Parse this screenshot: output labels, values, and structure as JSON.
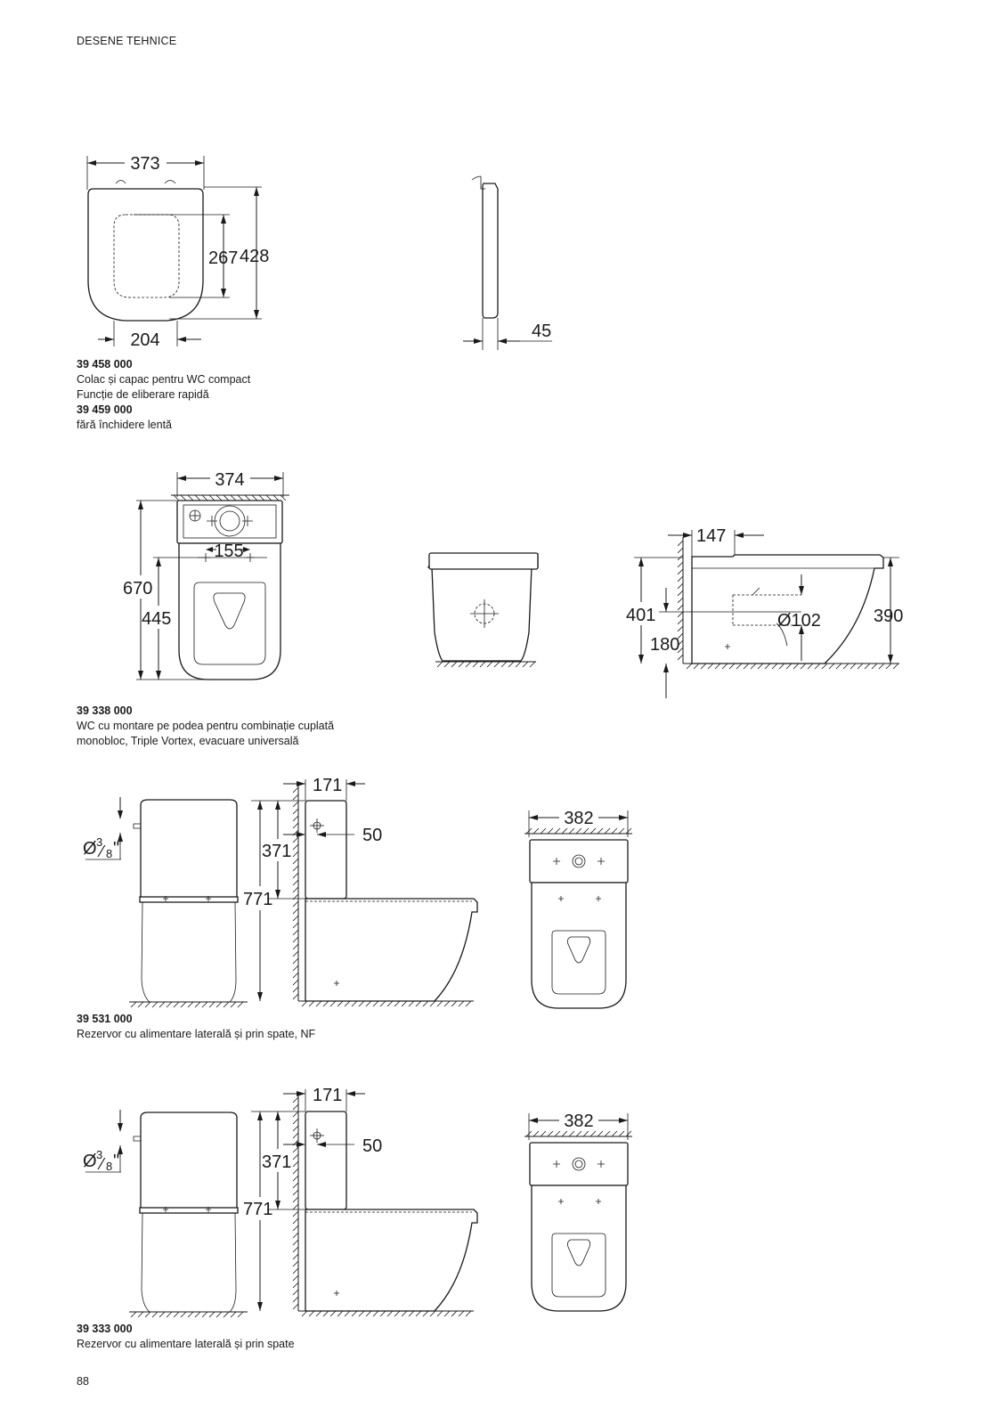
{
  "header": "DESENE TEHNICE",
  "page_number": "88",
  "products": [
    {
      "code": "39 458 000",
      "lines": [
        "Colac și capac pentru WC compact",
        "Funcție de eliberare rapidă"
      ]
    },
    {
      "code": "39 459 000",
      "lines": [
        "fără închidere lentă"
      ]
    },
    {
      "code": "39 338 000",
      "lines": [
        "WC cu montare pe podea pentru combinație cuplată",
        "monobloc, Triple Vortex, evacuare universală"
      ]
    },
    {
      "code": "39 531 000",
      "lines": [
        "Rezervor cu alimentare laterală și prin spate, NF"
      ]
    },
    {
      "code": "39 333 000",
      "lines": [
        "Rezervor cu alimentare laterală și prin spate"
      ]
    }
  ],
  "dimensions": {
    "seat_width": "373",
    "seat_depth": "428",
    "seat_inner": "267",
    "seat_hinge": "204",
    "seat_thickness": "45",
    "wc_width": "374",
    "wc_fix": "155",
    "wc_height": "670",
    "wc_fix_height": "445",
    "wc_offset": "147",
    "wc_outlet_height": "401",
    "wc_outlet_center": "180",
    "wc_outlet_dia": "Ø102",
    "wc_bowl_height": "390",
    "tank_offset": "171",
    "tank_inlet": "50",
    "tank_height": "371",
    "total_height": "771",
    "tank_width": "382",
    "inlet_thread_main": "Ø",
    "inlet_thread_num": "3",
    "inlet_thread_den": "8",
    "inlet_thread_unit": "\""
  }
}
